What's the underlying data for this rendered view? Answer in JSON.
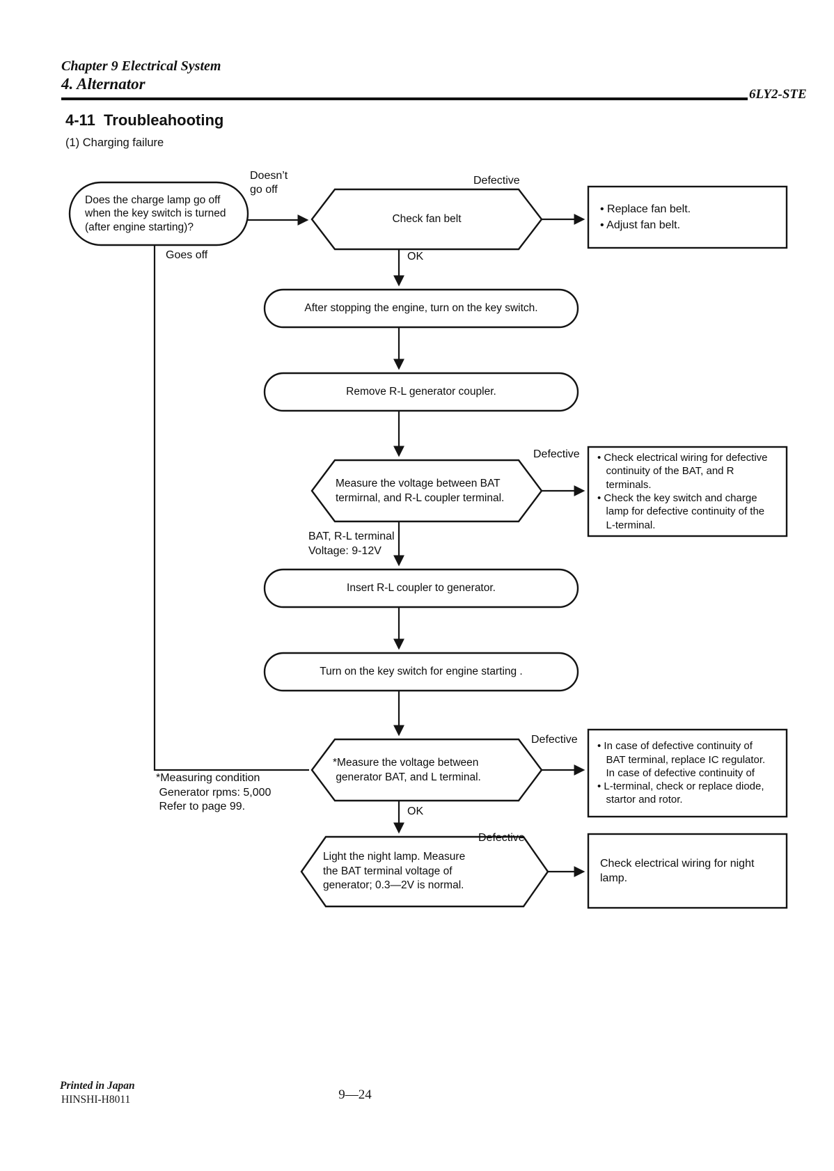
{
  "header": {
    "chapter": "Chapter 9 Electrical System",
    "section": "4. Alternator",
    "model": "6LY2-STE"
  },
  "title": "4-11  Troubleahooting",
  "subtitle": "(1) Charging failure",
  "flow": {
    "start": "Does the charge lamp go off\nwhen the key switch is turned\n(after engine starting)?",
    "lbl_doesnt": "Doesn’t\ngo off",
    "lbl_goes_off": "Goes off",
    "lbl_defective": "Defective",
    "lbl_ok": "OK",
    "hex_fan": "Check fan belt",
    "rect_fan": "• Replace fan belt.\n• Adjust fan belt.",
    "st_stop": "After stopping the engine, turn on the key switch.",
    "st_remove": "Remove R-L generator coupler.",
    "hex_bat_rl": "Measure the voltage between BAT\ntermirnal, and R-L coupler terminal.",
    "rect_wiring": "• Check electrical wiring for defective\n   continuity of the BAT, and R\n   terminals.\n• Check the key switch and charge\n   lamp for defective continuity of the\n   L-terminal.",
    "lbl_bat_voltage": "BAT, R-L terminal\nVoltage: 9-12V",
    "st_insert": "Insert R-L coupler to generator.",
    "st_turn_key": "Turn on the key switch for engine starting .",
    "hex_bat_l": "*Measure the voltage between\n generator BAT, and L terminal.",
    "rect_regulator": "• In case of defective continuity of\n   BAT terminal, replace IC regulator.\n   In case of defective continuity of\n• L-terminal, check or replace diode,\n   startor and rotor.",
    "note_measuring": "*Measuring condition\n Generator rpms: 5,000\n Refer to page 99.",
    "hex_night": "Light the night lamp. Measure\nthe BAT terminal voltage of\ngenerator; 0.3—2V is normal.",
    "rect_night": "Check electrical wiring for night\nlamp."
  },
  "footer": {
    "printed": "Printed in Japan",
    "code": "HINSHI-H8011",
    "page_number": "9—24"
  }
}
